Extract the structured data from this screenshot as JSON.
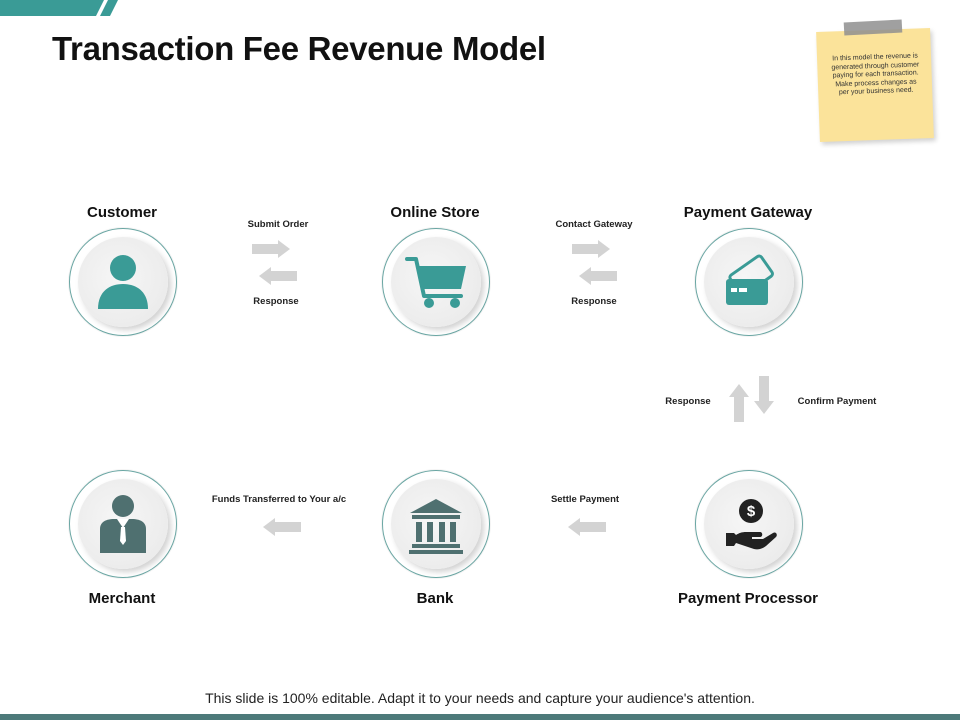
{
  "title": "Transaction Fee Revenue Model",
  "note": "In this model the revenue is generated through customer paying for each transaction. Make process changes as per your business need.",
  "nodes": {
    "customer": "Customer",
    "online_store": "Online Store",
    "payment_gateway": "Payment Gateway",
    "merchant": "Merchant",
    "bank": "Bank",
    "payment_processor": "Payment Processor"
  },
  "flows": {
    "submit_order": "Submit Order",
    "response_1": "Response",
    "contact_gateway": "Contact Gateway",
    "response_2": "Response",
    "response_3": "Response",
    "confirm_payment": "Confirm Payment",
    "settle_payment": "Settle Payment",
    "funds_transferred": "Funds Transferred to Your a/c"
  },
  "footer": "This slide is 100% editable. Adapt it to your needs and capture your audience's attention.",
  "colors": {
    "accent_teal": "#3a9b96",
    "icon_dark": "#4f7070",
    "arrow_gray": "#d3d3d3",
    "note_yellow": "#fbe39a"
  },
  "icons": [
    "person-icon",
    "shopping-cart-icon",
    "credit-card-icon",
    "businessman-icon",
    "bank-icon",
    "hand-dollar-icon"
  ]
}
